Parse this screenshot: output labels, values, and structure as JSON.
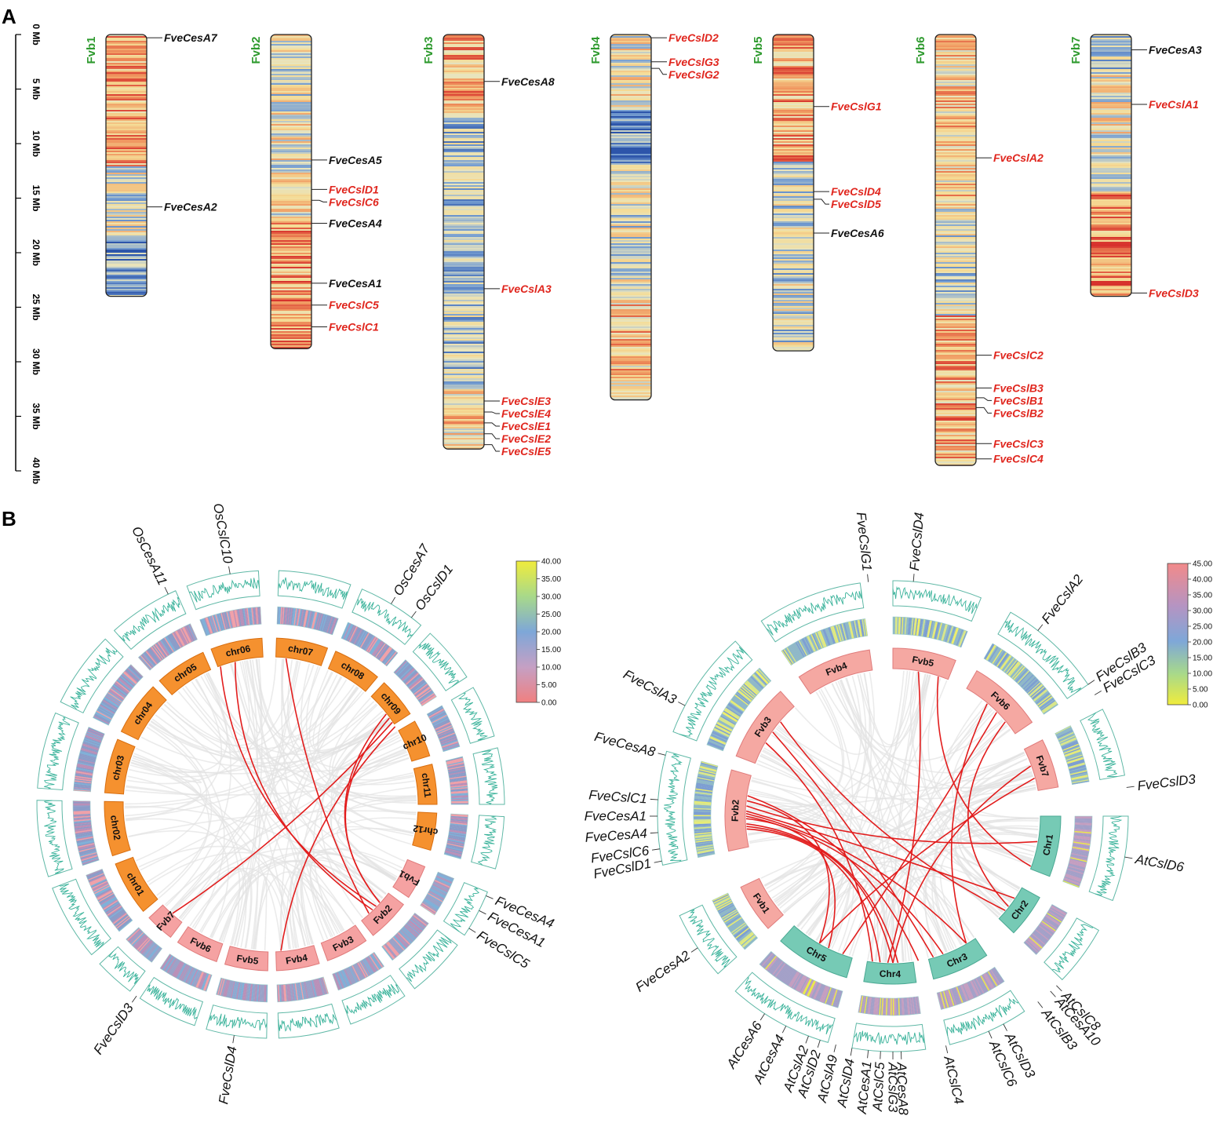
{
  "panel_a": {
    "letter": "A",
    "scale": {
      "unit": "Mb",
      "ticks": [
        "0 Mb",
        "5 Mb",
        "10 Mb",
        "15 Mb",
        "20 Mb",
        "25 Mb",
        "30 Mb",
        "35 Mb",
        "40 Mb"
      ],
      "max_mb": 40
    },
    "chromosomes": [
      {
        "name": "Fvb1",
        "length_mb": 24.0,
        "genes": [
          {
            "name": "FveCesA7",
            "pos_mb": 0.3,
            "color": "black"
          },
          {
            "name": "FveCesA2",
            "pos_mb": 15.8,
            "color": "black"
          }
        ]
      },
      {
        "name": "Fvb2",
        "length_mb": 28.8,
        "genes": [
          {
            "name": "FveCesA5",
            "pos_mb": 11.5,
            "color": "black"
          },
          {
            "name": "FveCslD1",
            "pos_mb": 14.2,
            "color": "red"
          },
          {
            "name": "FveCslC6",
            "pos_mb": 15.2,
            "color": "red"
          },
          {
            "name": "FveCesA4",
            "pos_mb": 17.3,
            "color": "black"
          },
          {
            "name": "FveCesA1",
            "pos_mb": 22.8,
            "color": "black"
          },
          {
            "name": "FveCslC5",
            "pos_mb": 24.8,
            "color": "red"
          },
          {
            "name": "FveCslC1",
            "pos_mb": 26.8,
            "color": "red"
          }
        ]
      },
      {
        "name": "Fvb3",
        "length_mb": 38.0,
        "genes": [
          {
            "name": "FveCesA8",
            "pos_mb": 4.3,
            "color": "black"
          },
          {
            "name": "FveCslA3",
            "pos_mb": 23.3,
            "color": "red"
          },
          {
            "name": "FveCslE3",
            "pos_mb": 33.6,
            "color": "red"
          },
          {
            "name": "FveCslE4",
            "pos_mb": 34.6,
            "color": "red"
          },
          {
            "name": "FveCslE1",
            "pos_mb": 35.6,
            "color": "red"
          },
          {
            "name": "FveCslE2",
            "pos_mb": 36.6,
            "color": "red"
          },
          {
            "name": "FveCslE5",
            "pos_mb": 37.6,
            "color": "red"
          }
        ]
      },
      {
        "name": "Fvb4",
        "length_mb": 33.5,
        "genes": [
          {
            "name": "FveCslD2",
            "pos_mb": 0.3,
            "color": "red"
          },
          {
            "name": "FveCslG3",
            "pos_mb": 2.5,
            "color": "red"
          },
          {
            "name": "FveCslG2",
            "pos_mb": 3.1,
            "color": "red"
          }
        ]
      },
      {
        "name": "Fvb5",
        "length_mb": 29.0,
        "genes": [
          {
            "name": "FveCslG1",
            "pos_mb": 6.6,
            "color": "red"
          },
          {
            "name": "FveCslD4",
            "pos_mb": 14.4,
            "color": "red"
          },
          {
            "name": "FveCslD5",
            "pos_mb": 15.1,
            "color": "red"
          },
          {
            "name": "FveCesA6",
            "pos_mb": 18.2,
            "color": "black"
          }
        ]
      },
      {
        "name": "Fvb6",
        "length_mb": 39.5,
        "genes": [
          {
            "name": "FveCslA2",
            "pos_mb": 11.3,
            "color": "red"
          },
          {
            "name": "FveCslC2",
            "pos_mb": 29.4,
            "color": "red"
          },
          {
            "name": "FveCslB3",
            "pos_mb": 32.4,
            "color": "red"
          },
          {
            "name": "FveCslB1",
            "pos_mb": 33.3,
            "color": "red"
          },
          {
            "name": "FveCslB2",
            "pos_mb": 34.2,
            "color": "red"
          },
          {
            "name": "FveCslC3",
            "pos_mb": 37.5,
            "color": "red"
          },
          {
            "name": "FveCslC4",
            "pos_mb": 38.9,
            "color": "red"
          }
        ]
      },
      {
        "name": "Fvb7",
        "length_mb": 24.0,
        "genes": [
          {
            "name": "FveCesA3",
            "pos_mb": 1.4,
            "color": "black"
          },
          {
            "name": "FveCslA1",
            "pos_mb": 6.4,
            "color": "red"
          },
          {
            "name": "FveCslD3",
            "pos_mb": 23.7,
            "color": "red"
          }
        ]
      }
    ]
  },
  "panel_b": {
    "letter": "B",
    "left": {
      "legend": {
        "ticks": [
          "40.00",
          "35.00",
          "30.00",
          "25.00",
          "20.00",
          "15.00",
          "10.00",
          "5.00",
          "0.00"
        ]
      },
      "chromosomes": [
        "chr01",
        "chr02",
        "chr03",
        "chr04",
        "chr05",
        "chr06",
        "chr07",
        "chr08",
        "chr09",
        "chr10",
        "chr11",
        "chr12",
        "Fvb1",
        "Fvb2",
        "Fvb3",
        "Fvb4",
        "Fvb5",
        "Fvb6",
        "Fvb7"
      ],
      "gene_labels": [
        "OsCesA11",
        "OsCslC10",
        "OsCesA7",
        "OsCslD1",
        "FveCesA4",
        "FveCesA1",
        "FveCslC5",
        "FveCslD4",
        "FveCslD3"
      ]
    },
    "right": {
      "legend": {
        "ticks": [
          "45.00",
          "40.00",
          "35.00",
          "30.00",
          "25.00",
          "20.00",
          "15.00",
          "10.00",
          "5.00",
          "0.00"
        ]
      },
      "chromosomes": [
        "Fvb1",
        "Fvb2",
        "Fvb3",
        "Fvb4",
        "Fvb5",
        "Fvb6",
        "Fvb7",
        "Chr1",
        "Chr2",
        "Chr3",
        "Chr4",
        "Chr5"
      ],
      "gene_labels": [
        "FveCslG1",
        "FveCslD4",
        "FveCslA2",
        "FveCslB3",
        "FveCslC3",
        "FveCslD3",
        "FveCslA3",
        "FveCesA8",
        "FveCslC1",
        "FveCesA1",
        "FveCesA4",
        "FveCslC6",
        "FveCslD1",
        "FveCesA2",
        "AtCslD6",
        "AtCslC8",
        "AtCesA10",
        "AtCslB3",
        "AtCslD3",
        "AtCslC6",
        "AtCslC4",
        "AtCesA8",
        "AtCslG3",
        "AtCslC5",
        "AtCesA1",
        "AtCslD4",
        "AtCslA9",
        "AtCslD2",
        "AtCslA2",
        "AtCesA4",
        "AtCesA6"
      ]
    }
  }
}
